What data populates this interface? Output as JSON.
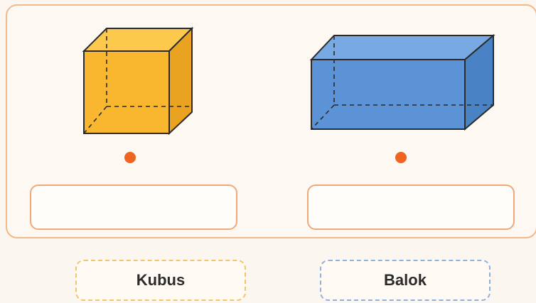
{
  "shapes": [
    {
      "id": "cube",
      "icon": "cube-icon",
      "fill": "#f9b730",
      "stroke": "#2b2a26"
    },
    {
      "id": "cuboid",
      "icon": "cuboid-icon",
      "fill": "#5b93d6",
      "stroke": "#2b2a26"
    }
  ],
  "dot_color": "#ee6420",
  "drop_slots": [
    {
      "value": ""
    },
    {
      "value": ""
    }
  ],
  "label_chips": [
    {
      "text": "Kubus",
      "border_color": "#f2c46d"
    },
    {
      "text": "Balok",
      "border_color": "#8fb2dd"
    }
  ]
}
